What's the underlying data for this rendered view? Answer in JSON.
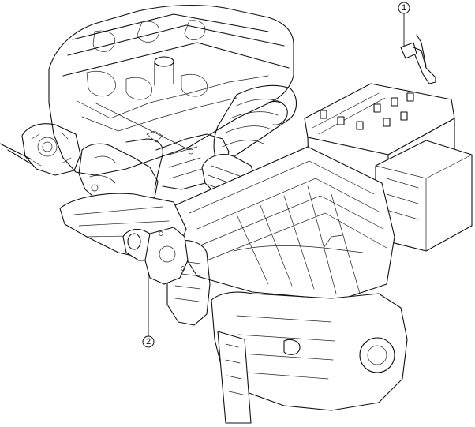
{
  "callouts": [
    {
      "number": "1",
      "part": "sensor-with-bracket"
    },
    {
      "number": "2",
      "part": "starter-motor"
    }
  ],
  "colors": {
    "line": "#111111",
    "background": "#ffffff"
  }
}
